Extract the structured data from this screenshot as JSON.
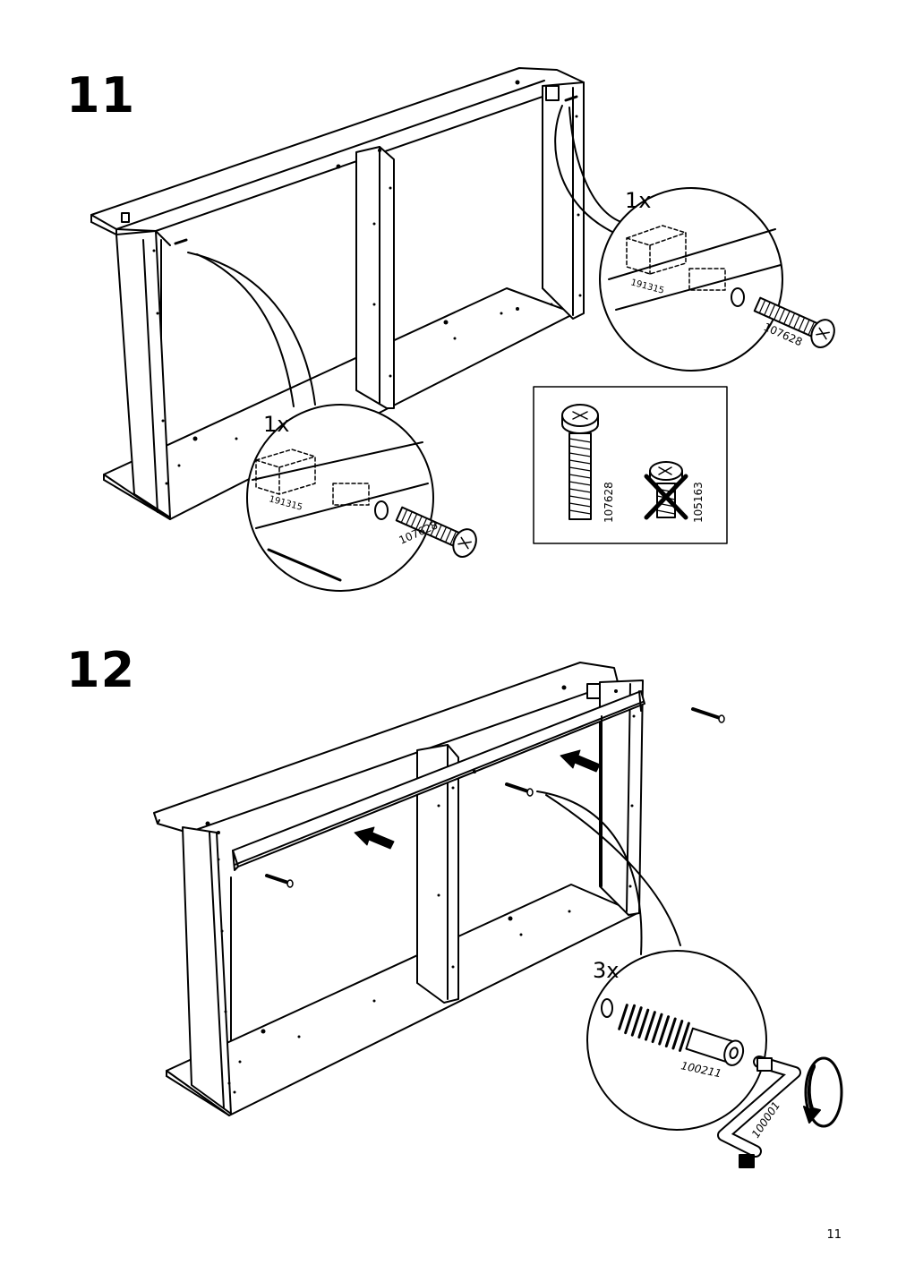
{
  "page": {
    "number": "11"
  },
  "steps": [
    {
      "number": "11",
      "callout_left": {
        "quantity": "1x",
        "part_cam": "191315",
        "part_screw": "107628"
      },
      "callout_right": {
        "quantity": "1x",
        "part_cam": "191315",
        "part_screw": "107628"
      },
      "screw_check": {
        "correct_part": "107628",
        "wrong_part": "105163"
      }
    },
    {
      "number": "12",
      "callout": {
        "quantity": "3x",
        "part_dowel": "100211",
        "part_key": "100001"
      }
    }
  ]
}
